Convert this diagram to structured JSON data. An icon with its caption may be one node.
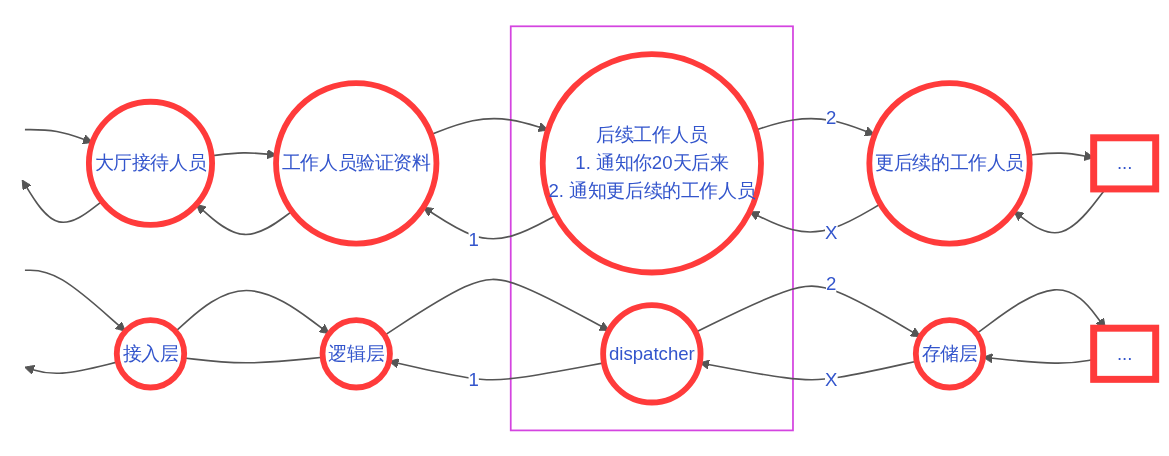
{
  "diagram": {
    "nodes": [
      {
        "text": [
          "大厅接待人员"
        ]
      },
      {
        "text": [
          "工作人员验证资料"
        ]
      },
      {
        "text": [],
        "shape": "box"
      },
      {
        "text": [
          "后续工作人员",
          "1. 通知你20天后来",
          "2. 通知更后续的工作人员"
        ],
        "in": 2
      },
      {
        "text": [
          "更后续的工作人员"
        ]
      },
      {
        "text": [
          "..."
        ]
      },
      {
        "text": [
          "接入层"
        ]
      },
      {
        "text": [
          "逻辑层"
        ]
      },
      {
        "text": [
          "dispatcher"
        ],
        "in": 2
      },
      {
        "text": [
          "存储层"
        ]
      },
      {
        "text": [
          "..."
        ]
      }
    ],
    "edges": [
      {
        "from": null,
        "to": 0,
        "arrow": "to"
      },
      {
        "from": 0,
        "to": 1,
        "arrow": "to"
      },
      {
        "from": 1,
        "to": 3,
        "arrow": "to"
      },
      {
        "from": 3,
        "to": 4,
        "arrow": "to",
        "label": "2"
      },
      {
        "from": 4,
        "to": 5,
        "arrow": "to"
      },
      {
        "from": 5,
        "to": 4,
        "arrow": "to"
      },
      {
        "from": 4,
        "to": 3,
        "arrow": "to",
        "label": "X"
      },
      {
        "from": 3,
        "to": 1,
        "arrow": "to",
        "label": "1"
      },
      {
        "from": 1,
        "to": 0,
        "arrow": "to"
      },
      {
        "from": 0,
        "to": null,
        "arrow": "to"
      },
      {
        "from": null,
        "to": 6,
        "arrow": "to"
      },
      {
        "from": 6,
        "to": 7,
        "arrow": "to"
      },
      {
        "from": 7,
        "to": 8,
        "arrow": "to"
      },
      {
        "from": 8,
        "to": 9,
        "arrow": "to",
        "label": "2"
      },
      {
        "from": 9,
        "to": 10,
        "arrow": "to"
      },
      {
        "from": 10,
        "to": 9,
        "arrow": "to"
      },
      {
        "from": 9,
        "to": 8,
        "arrow": "to",
        "label": "X"
      },
      {
        "from": 8,
        "to": 7,
        "arrow": "to",
        "label": "1"
      },
      {
        "from": 7,
        "to": 6,
        "arrow": "none"
      },
      {
        "from": 6,
        "to": null,
        "arrow": "to"
      }
    ]
  }
}
